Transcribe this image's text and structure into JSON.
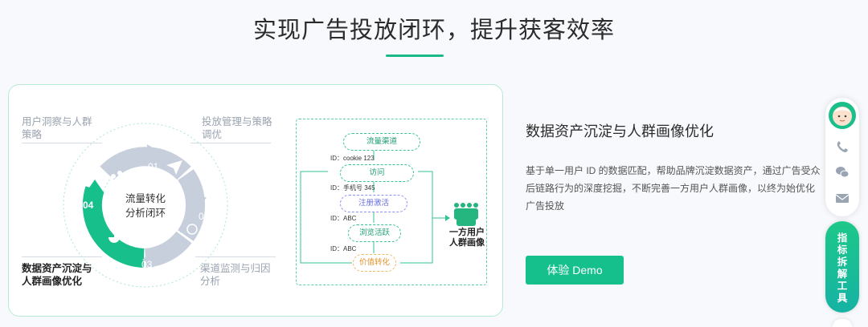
{
  "section_title": "实现广告投放闭环，提升获客效率",
  "cycle": {
    "center_line1": "流量转化",
    "center_line2": "分析闭环",
    "steps": [
      "01",
      "02",
      "03",
      "04"
    ],
    "labels": {
      "tl_line1": "用户洞察与人群",
      "tl_line2": "策略",
      "tr_line1": "投放管理与策略",
      "tr_line2": "调优",
      "br_line1": "渠道监测与归因",
      "br_line2": "分析",
      "bl_line1": "数据资产沉淀与",
      "bl_line2": "人群画像优化"
    },
    "colors": {
      "ring": "#c8cfdc",
      "active": "#17c08a"
    }
  },
  "flow": {
    "nodes": [
      "流量渠道",
      "访问",
      "注册激活",
      "浏览活跃",
      "价值转化"
    ],
    "ids": [
      "ID：cookie 123",
      "ID：手机号 345",
      "ID：ABC",
      "ID：ABC"
    ],
    "people_line1": "一方用户",
    "people_line2": "人群画像"
  },
  "right": {
    "title": "数据资产沉淀与人群画像优化",
    "description": "基于单一用户 ID 的数据匹配，帮助品牌沉淀数据资产，通过广告受众后链路行为的深度挖掘，不断完善一方用户人群画像，以终为始优化广告投放",
    "button": "体验 Demo"
  },
  "floating": {
    "icons": [
      "avatar-icon",
      "phone-icon",
      "wechat-icon",
      "mail-icon"
    ],
    "tab_chars": [
      "指",
      "标",
      "拆",
      "解",
      "工",
      "具"
    ]
  }
}
